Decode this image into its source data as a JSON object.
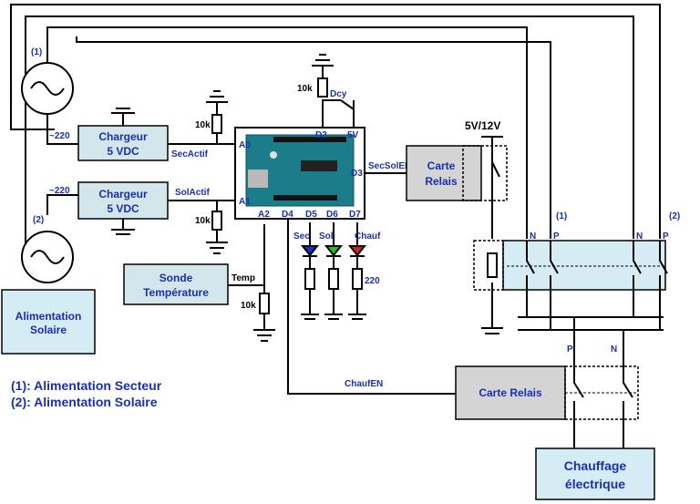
{
  "sources": {
    "mains_tag": "(1)",
    "solar_tag": "(2)",
    "mains_voltage": "~220",
    "solar_voltage": "~220"
  },
  "chargers": {
    "top_line1": "Chargeur",
    "top_line2": "5 VDC",
    "bottom_line1": "Chargeur",
    "bottom_line2": "5 VDC"
  },
  "signals": {
    "sec_actif": "SecActif",
    "sol_actif": "SolActif",
    "temp": "Temp",
    "sec_sol_en": "SecSolEN",
    "chauf_en": "ChaufEN"
  },
  "arduino_pins": {
    "a0": "A0",
    "a1": "A1",
    "a2": "A2",
    "d2": "D2",
    "d3": "D3",
    "d4": "D4",
    "d5": "D5",
    "d6": "D6",
    "d7": "D7",
    "v5": "5V"
  },
  "resistors": {
    "r_d2": "10k",
    "r_a0": "10k",
    "r_a1": "10k",
    "r_temp": "10k",
    "r_led": "220"
  },
  "switch_label": "Dcy",
  "leds": {
    "sec": "Sec",
    "sol": "Sol",
    "chauf": "Chauf",
    "sec_color": "#1030d0",
    "sol_color": "#20c020",
    "chauf_color": "#d02020"
  },
  "relay1": {
    "line1": "Carte",
    "line2": "Relais",
    "supply": "5V/12V"
  },
  "relay2": {
    "label": "Carte Relais"
  },
  "sensor": {
    "line1": "Sonde",
    "line2": "Température"
  },
  "solar_supply": {
    "line1": "Alimentation",
    "line2": "Solaire"
  },
  "heater": {
    "line1": "Chauffage",
    "line2": "électrique"
  },
  "contactor": {
    "group1_tag": "(1)",
    "group2_tag": "(2)",
    "n1": "N",
    "p1": "P",
    "n2": "N",
    "p2": "P"
  },
  "heater_terminals": {
    "p": "P",
    "n": "N"
  },
  "legend": {
    "line1": "(1): Alimentation Secteur",
    "line2": "(2): Alimentation Solaire"
  },
  "colors": {
    "box_fill": "#d2e6ec",
    "relay_fill": "#d4d4d4",
    "text": "#1a2fb0",
    "solar_fill": "#d6ecf4",
    "heater_fill": "#d6ecf4"
  }
}
